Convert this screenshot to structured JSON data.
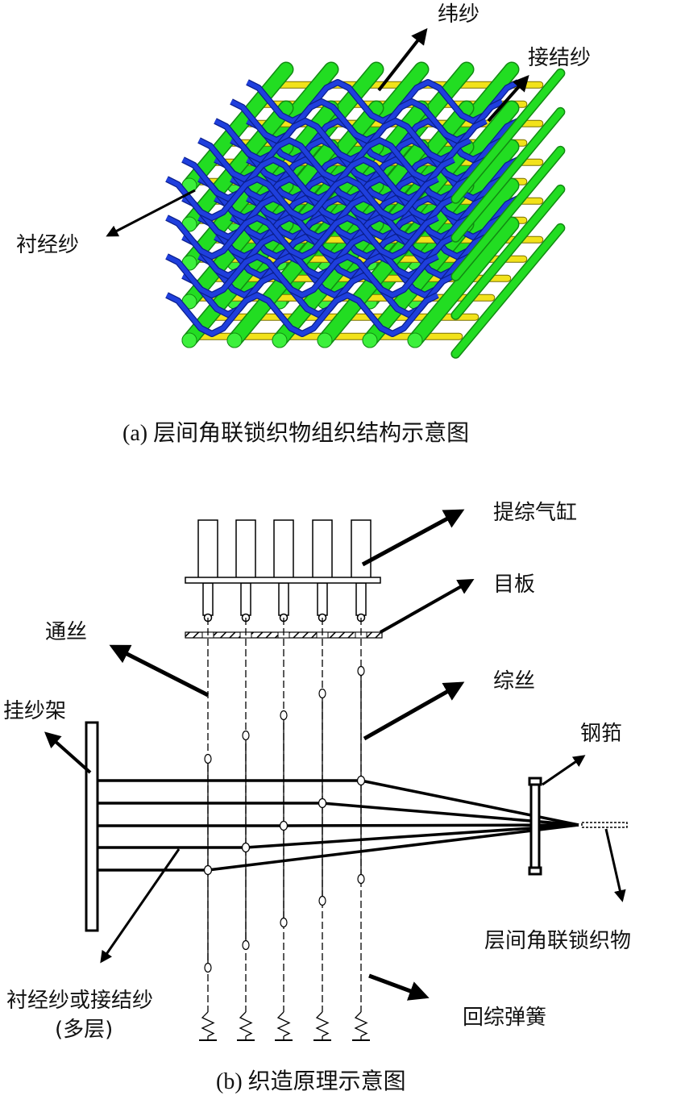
{
  "figure_a": {
    "caption": "(a) 层间角联锁织物组织结构示意图",
    "labels": {
      "weft": "纬纱",
      "binder": "接结纱",
      "stuffer_warp": "衬经纱"
    },
    "colors": {
      "weft_yarn": "#22dd22",
      "binder_yarn": "#1f3fdd",
      "stuffer_yarn": "#f2e21a"
    },
    "layers": 5,
    "columns": 6
  },
  "figure_b": {
    "caption": "(b) 织造原理示意图",
    "labels": {
      "cylinder": "提综气缸",
      "eye_board": "目板",
      "harness_cord": "通丝",
      "heddle": "综丝",
      "creel": "挂纱架",
      "reed": "钢筘",
      "yarn_layers_line1": "衬经纱或接结纱",
      "yarn_layers_line2": "(多层)",
      "fabric": "层间角联锁织物",
      "return_spring": "回综弹簧"
    },
    "heddle_count": 5,
    "yarn_count": 5
  }
}
